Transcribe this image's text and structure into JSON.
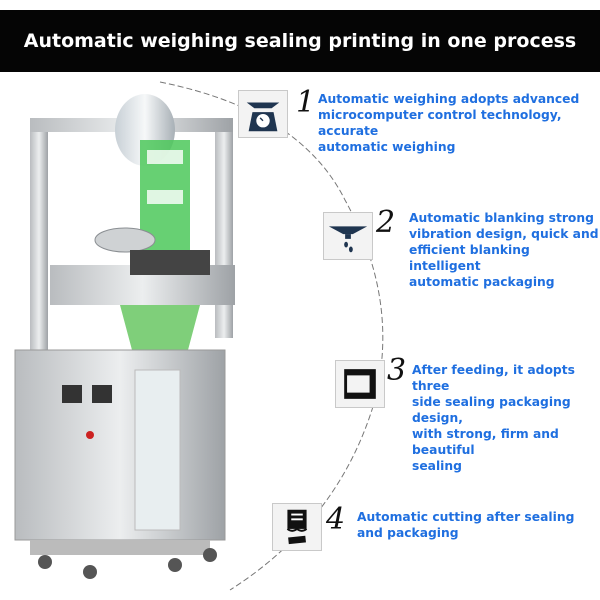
{
  "header": {
    "title": "Automatic weighing sealing printing in one process"
  },
  "features": [
    {
      "number": "1",
      "icon": "scale-icon",
      "text": "Automatic weighing adopts advanced\nmicrocomputer control technology, accurate\n automatic weighing"
    },
    {
      "number": "2",
      "icon": "hopper-icon",
      "text": "Automatic blanking strong\nvibration design, quick and\nefficient blanking intelligent\nautomatic packaging"
    },
    {
      "number": "3",
      "icon": "seal-frame-icon",
      "text": "After feeding, it adopts three\nside sealing packaging design,\nwith strong, firm and beautiful\nsealing"
    },
    {
      "number": "4",
      "icon": "cutting-icon",
      "text": "Automatic cutting after sealing\nand packaging"
    }
  ],
  "colors": {
    "header_bg": "#050505",
    "feature_text": "#1f6fe0",
    "icon_dark": "#1f3550"
  }
}
